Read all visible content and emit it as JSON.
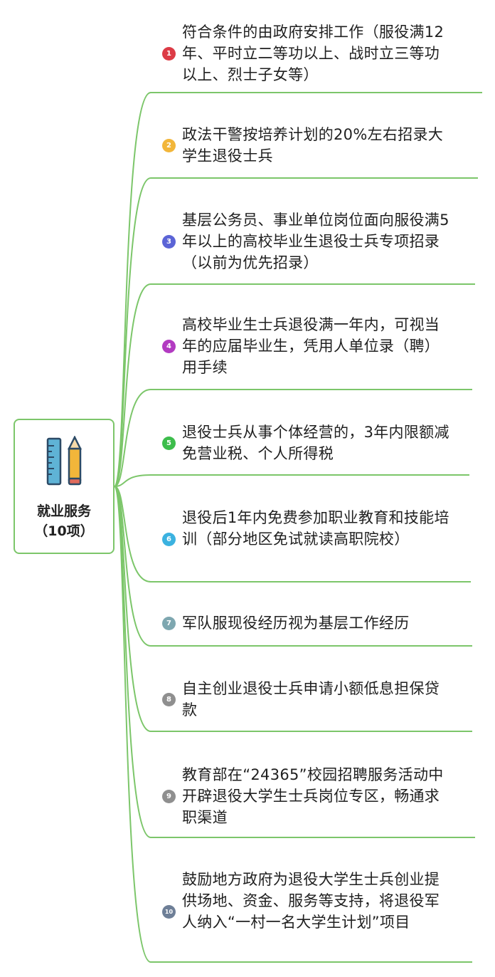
{
  "root": {
    "title": "就业服务\n（10项）",
    "icon": "ruler-pencil-icon"
  },
  "items": [
    {
      "number": "1",
      "color": "#dc3b46",
      "text": "符合条件的由政府安排工作（服役满12年、平时立二等功以上、战时立三等功以上、烈士子女等）"
    },
    {
      "number": "2",
      "color": "#f2b63a",
      "text": "政法干警按培养计划的20%左右招录大学生退役士兵"
    },
    {
      "number": "3",
      "color": "#5b64d6",
      "text": "基层公务员、事业单位岗位面向服役满5年以上的高校毕业生退役士兵专项招录（以前为优先招录）"
    },
    {
      "number": "4",
      "color": "#b23bc1",
      "text": "高校毕业生士兵退役满一年内，可视当年的应届毕业生，凭用人单位录（聘）用手续"
    },
    {
      "number": "5",
      "color": "#3dbd4c",
      "text": "退役士兵从事个体经营的，3年内限额减免营业税、个人所得税"
    },
    {
      "number": "6",
      "color": "#3bb2e0",
      "text": "退役后1年内免费参加职业教育和技能培训（部分地区免试就读高职院校）"
    },
    {
      "number": "7",
      "color": "#7ea7b0",
      "text": "军队服现役经历视为基层工作经历"
    },
    {
      "number": "8",
      "color": "#8f8f8f",
      "text": "自主创业退役士兵申请小额低息担保贷款"
    },
    {
      "number": "9",
      "color": "#8f8f8f",
      "text": "教育部在“24365”校园招聘服务活动中开辟退役大学生士兵岗位专区，畅通求职渠道"
    },
    {
      "number": "10",
      "color": "#6e7f97",
      "text": "鼓励地方政府为退役大学生士兵创业提供场地、资金、服务等支持，将退役军人纳入“一村一名大学生计划”项目"
    }
  ],
  "colors": {
    "connector": "#7cc66a",
    "text": "#1f1f1f"
  }
}
